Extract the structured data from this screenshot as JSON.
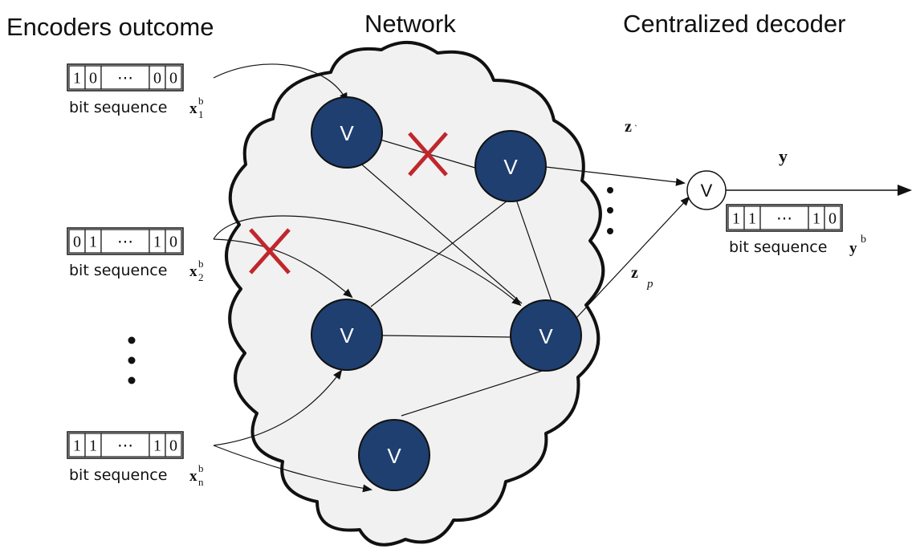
{
  "headers": {
    "encoders": "Encoders outcome",
    "network": "Network",
    "decoder": "Centralized decoder"
  },
  "colors": {
    "node_fill": "#1e3f70",
    "cross": "#c0272d",
    "cloud_fill": "#f1f1f1"
  },
  "node_symbol": "V",
  "or_gate_symbol": "V",
  "sequences": {
    "x1": {
      "cells": [
        "1",
        "0",
        "⋯",
        "0",
        "0"
      ],
      "caption": "bit sequence",
      "symbol": "x",
      "sub": "1",
      "sup": "b"
    },
    "x2": {
      "cells": [
        "0",
        "1",
        "⋯",
        "1",
        "0"
      ],
      "caption": "bit sequence",
      "symbol": "x",
      "sub": "2",
      "sup": "b"
    },
    "xn": {
      "cells": [
        "1",
        "1",
        "⋯",
        "1",
        "0"
      ],
      "caption": "bit sequence",
      "symbol": "x",
      "sub": "n",
      "sup": "b"
    },
    "y": {
      "cells": [
        "1",
        "1",
        "⋯",
        "1",
        "0"
      ],
      "caption": "bit sequence",
      "symbol": "y",
      "sup": "b"
    }
  },
  "labels": {
    "z_top": "z",
    "z_top_mark": "`",
    "z_p": "z",
    "z_p_sub": "p",
    "y": "y"
  },
  "ellipsis": "⋮"
}
